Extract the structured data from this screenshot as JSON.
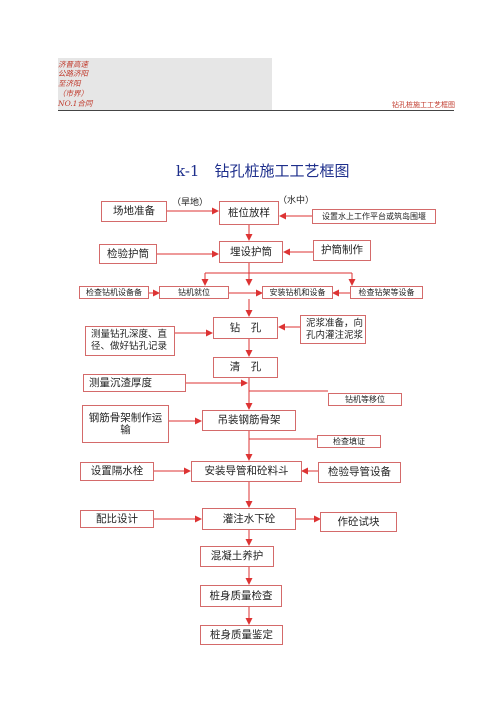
{
  "header": {
    "lines": [
      "济晋高速",
      "公路济阳",
      "至济阳",
      "（市界）",
      "NO.1合同"
    ],
    "right": "钻孔桩施工工艺框图"
  },
  "title": "k-1　钻孔桩施工工艺框图",
  "annotations": {
    "dry": "（旱地）",
    "water": "（水中）"
  },
  "nodes": {
    "site_prep": "场地准备",
    "pile_position": "桩位放样",
    "water_platform": "设置水上工作平台或筑岛围堰",
    "inspect_casing": "检验护筒",
    "bury_casing": "埋设护筒",
    "casing_make": "护筒制作",
    "check_drill_equipment": "检查钻机设备备",
    "drill_in_place": "钻机就位",
    "install_drill": "安装钻机和设备",
    "check_rack": "检查钻架等设备",
    "measure_depth": "测量钻孔深度、直径、做好钻孔记录",
    "drilling": "钻　孔",
    "mud_prep": "泥浆准备，向孔内灌注泥浆",
    "clean_hole": "清　孔",
    "measure_sediment": "测量沉渣厚度",
    "drill_move": "钻机等移位",
    "cage_make": "钢筋骨架制作运　　输",
    "hoist_cage": "吊装钢筋骨架",
    "check_fill": "检查填证",
    "water_plug": "设置隔水栓",
    "install_tremie": "安装导管和砼料斗",
    "check_tremie": "检验导管设备",
    "mix_design": "配比设计",
    "pour_concrete": "灌注水下砼",
    "test_block": "作砼试块",
    "curing": "混凝土养护",
    "quality_check": "桩身质量检查",
    "quality_assess": "桩身质量鉴定"
  }
}
